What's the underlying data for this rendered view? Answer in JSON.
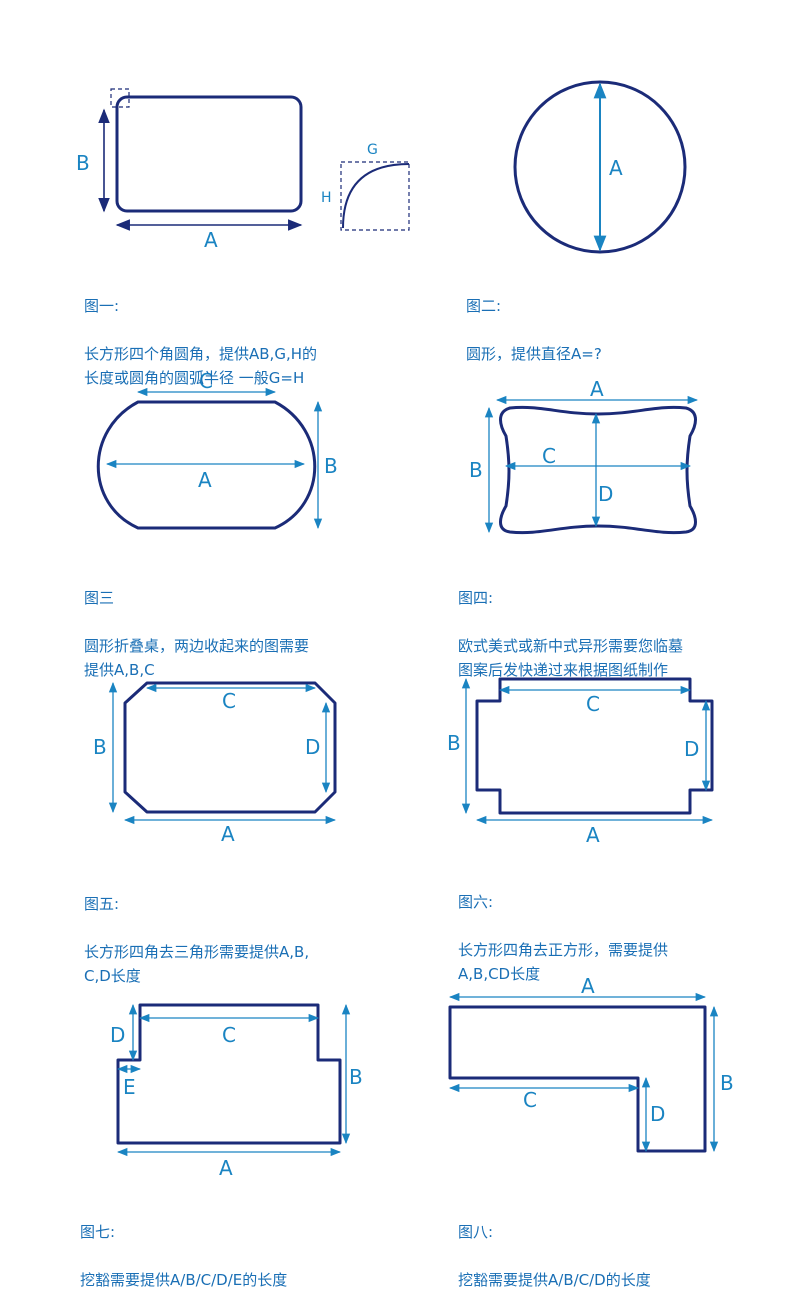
{
  "figures": [
    {
      "id": "fig1",
      "caption_title": "图一:",
      "caption_body": "长方形四个角圆角，提供AB,G,H的\n长度或圆角的圆弧半径 一般G=H",
      "labels": {
        "a": "A",
        "b": "B",
        "g": "G",
        "h": "H"
      }
    },
    {
      "id": "fig2",
      "caption_title": "图二:",
      "caption_body": "圆形，提供直径A=?",
      "labels": {
        "a": "A"
      }
    },
    {
      "id": "fig3",
      "caption_title": "图三",
      "caption_body": "圆形折叠桌，两边收起来的图需要\n提供A,B,C",
      "labels": {
        "a": "A",
        "b": "B",
        "c": "C"
      }
    },
    {
      "id": "fig4",
      "caption_title": "图四:",
      "caption_body": "欧式美式或新中式异形需要您临墓\n图案后发快递过来根据图纸制作",
      "labels": {
        "a": "A",
        "b": "B",
        "c": "C",
        "d": "D"
      }
    },
    {
      "id": "fig5",
      "caption_title": "图五:",
      "caption_body": "长方形四角去三角形需要提供A,B,\nC,D长度",
      "labels": {
        "a": "A",
        "b": "B",
        "c": "C",
        "d": "D"
      }
    },
    {
      "id": "fig6",
      "caption_title": "图六:",
      "caption_body": "长方形四角去正方形，需要提供\nA,B,CD长度",
      "labels": {
        "a": "A",
        "b": "B",
        "c": "C",
        "d": "D"
      }
    },
    {
      "id": "fig7",
      "caption_title": "图七:",
      "caption_body": "挖豁需要提供A/B/C/D/E的长度",
      "labels": {
        "a": "A",
        "b": "B",
        "c": "C",
        "d": "D",
        "e": "E"
      }
    },
    {
      "id": "fig8",
      "caption_title": "图八:",
      "caption_body": "挖豁需要提供A/B/C/D的长度",
      "labels": {
        "a": "A",
        "b": "B",
        "c": "C",
        "d": "D"
      }
    }
  ],
  "colors": {
    "outline": "#1b2b78",
    "dimension": "#1a84c2",
    "caption": "#1a6fb5"
  }
}
